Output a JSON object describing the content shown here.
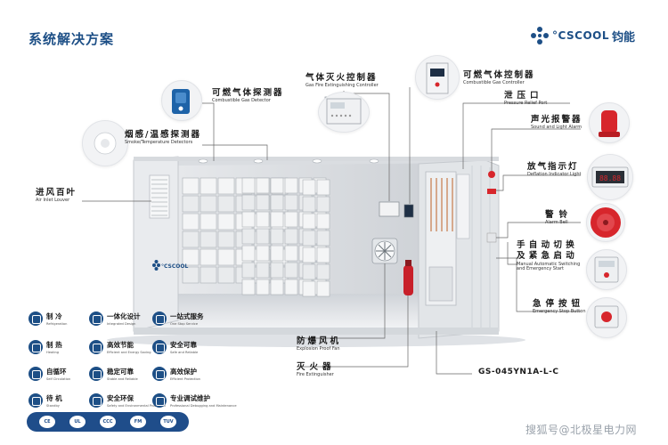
{
  "title": "系统解决方案",
  "logo": {
    "brand": "°CSCOOL",
    "brand_cn": "钧能"
  },
  "callouts": {
    "gas_detector": {
      "cn": "可燃气体探测器",
      "en": "Combustible Gas Detector"
    },
    "fire_controller": {
      "cn": "气体灭火控制器",
      "en": "Gas Fire Extinguishing Controller"
    },
    "gas_controller": {
      "cn": "可燃气体控制器",
      "en": "Combustible Gas Controller"
    },
    "pressure_relief": {
      "cn": "泄压口",
      "en": "Pressure Relief Port"
    },
    "smoke_detector": {
      "cn": "烟感/温感探测器",
      "en": "Smoke/Temperature Detectors"
    },
    "sound_alarm": {
      "cn": "声光报警器",
      "en": "Sound and Light Alarm"
    },
    "air_inlet": {
      "cn": "进风百叶",
      "en": "Air Inlet Louver"
    },
    "deflation_light": {
      "cn": "放气指示灯",
      "en": "Deflation Indicator Light"
    },
    "alarm_bell": {
      "cn": "警铃",
      "en": "Alarm Bell"
    },
    "manual_switch": {
      "cn": "手自动切换及紧急启动",
      "cn1": "手 自 动 切 换",
      "cn2": "及 紧 急 启 动",
      "en": "Manual Automatic Switching and Emergency Start"
    },
    "emergency_stop": {
      "cn": "急停按钮",
      "en": "Emergency Stop Button"
    },
    "explosion_fan": {
      "cn": "防爆风机",
      "en": "Explosion Proof Fan"
    },
    "extinguisher": {
      "cn": "灭火器",
      "en": "Fire Extinguisher"
    }
  },
  "model_number": "GS-045YN1A-L-C",
  "container_logo": "°CSCOOL",
  "deflation_display": "88.88",
  "features": [
    {
      "cn": "制 冷",
      "en": "Refrigeration"
    },
    {
      "cn": "一体化设计",
      "en": "Integrated Design"
    },
    {
      "cn": "一站式服务",
      "en": "One Stop Service"
    },
    {
      "cn": "制 热",
      "en": "Heating"
    },
    {
      "cn": "高效节能",
      "en": "Efficient and Energy Saving"
    },
    {
      "cn": "安全可靠",
      "en": "Safe and Reliable"
    },
    {
      "cn": "自循环",
      "en": "Self Circulation"
    },
    {
      "cn": "稳定可靠",
      "en": "Stable and Reliable"
    },
    {
      "cn": "高效保护",
      "en": "Efficient Protection"
    },
    {
      "cn": "待 机",
      "en": "Standby"
    },
    {
      "cn": "安全环保",
      "en": "Safety and Environmental Protection"
    },
    {
      "cn": "专业调试维护",
      "en": "Professional Debugging and Maintenance"
    }
  ],
  "certifications": [
    "CE",
    "UL",
    "CCC",
    "FM",
    "TUV"
  ],
  "watermark": "搜狐号@北极星电力网",
  "colors": {
    "brand_blue": "#1d4f86",
    "alarm_red": "#d7262c",
    "cylinder_red": "#c8202a"
  }
}
